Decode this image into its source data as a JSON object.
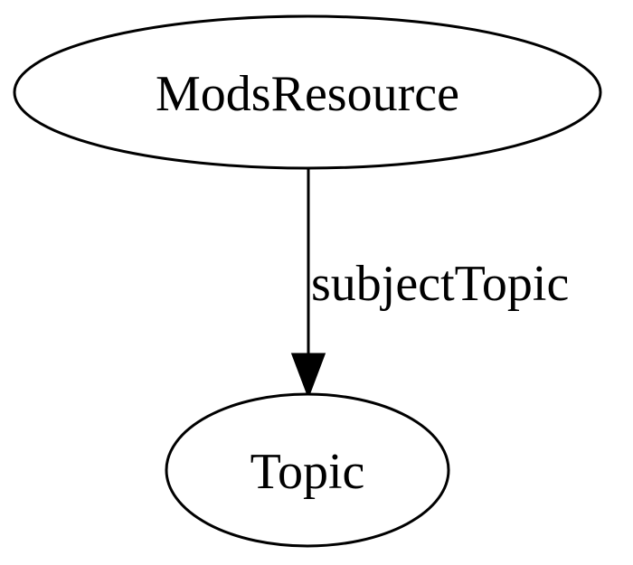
{
  "graph": {
    "nodes": [
      {
        "id": "mods-resource",
        "label": "ModsResource"
      },
      {
        "id": "topic",
        "label": "Topic"
      }
    ],
    "edges": [
      {
        "from": "mods-resource",
        "to": "topic",
        "label": "subjectTopic"
      }
    ]
  }
}
